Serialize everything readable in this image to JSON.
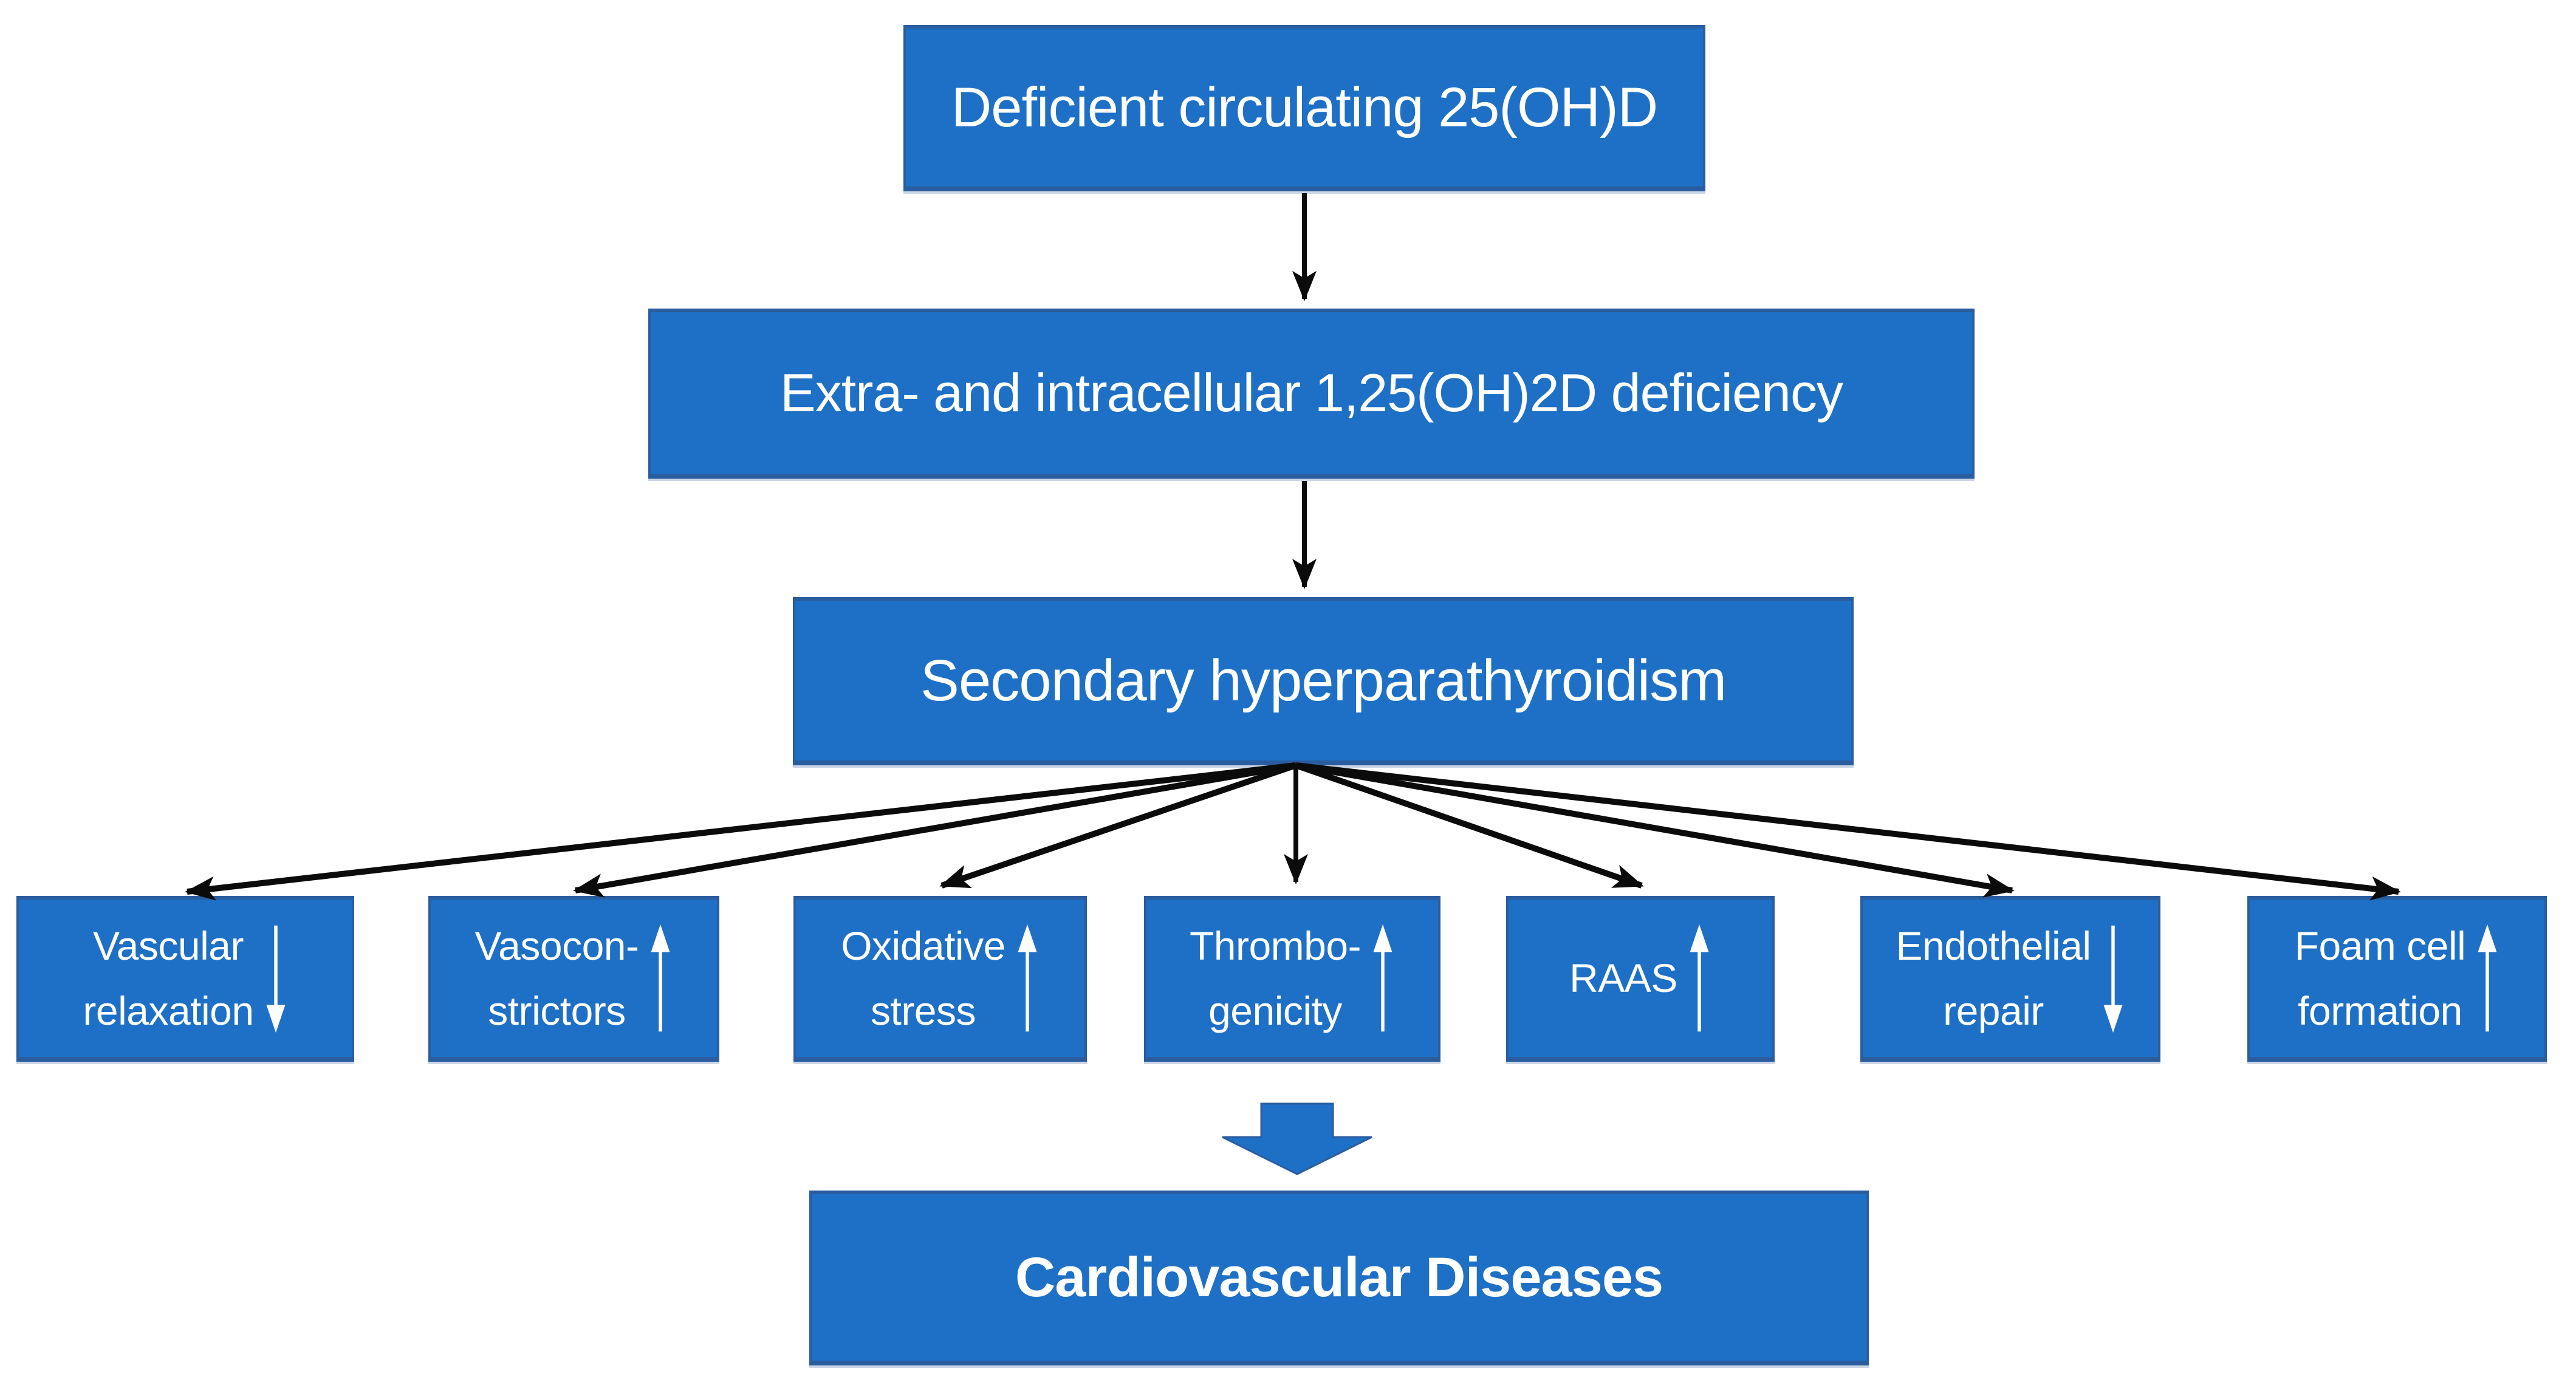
{
  "diagram": {
    "colors": {
      "box_fill": "#1e70c6",
      "box_border": "#2a5d9f",
      "text": "#ffffff",
      "connector": "#0b0b0b",
      "background": "#ffffff"
    },
    "nodes": {
      "level1": "Deficient circulating 25(OH)D",
      "level2": "Extra- and intracellular 1,25(OH)2D deficiency",
      "level3": "Secondary hyperparathyroidism",
      "outcome": "Cardiovascular Diseases"
    },
    "effects": [
      {
        "line1": "Vascular",
        "line2": "relaxation",
        "direction": "down"
      },
      {
        "line1": "Vasocon-",
        "line2": "strictors",
        "direction": "up"
      },
      {
        "line1": "Oxidative",
        "line2": "stress",
        "direction": "up"
      },
      {
        "line1": "Thrombo-",
        "line2": "genicity",
        "direction": "up"
      },
      {
        "line1": "RAAS",
        "line2": "",
        "direction": "up"
      },
      {
        "line1": "Endothelial",
        "line2": "repair",
        "direction": "down"
      },
      {
        "line1": "Foam cell",
        "line2": "formation",
        "direction": "up"
      }
    ]
  }
}
